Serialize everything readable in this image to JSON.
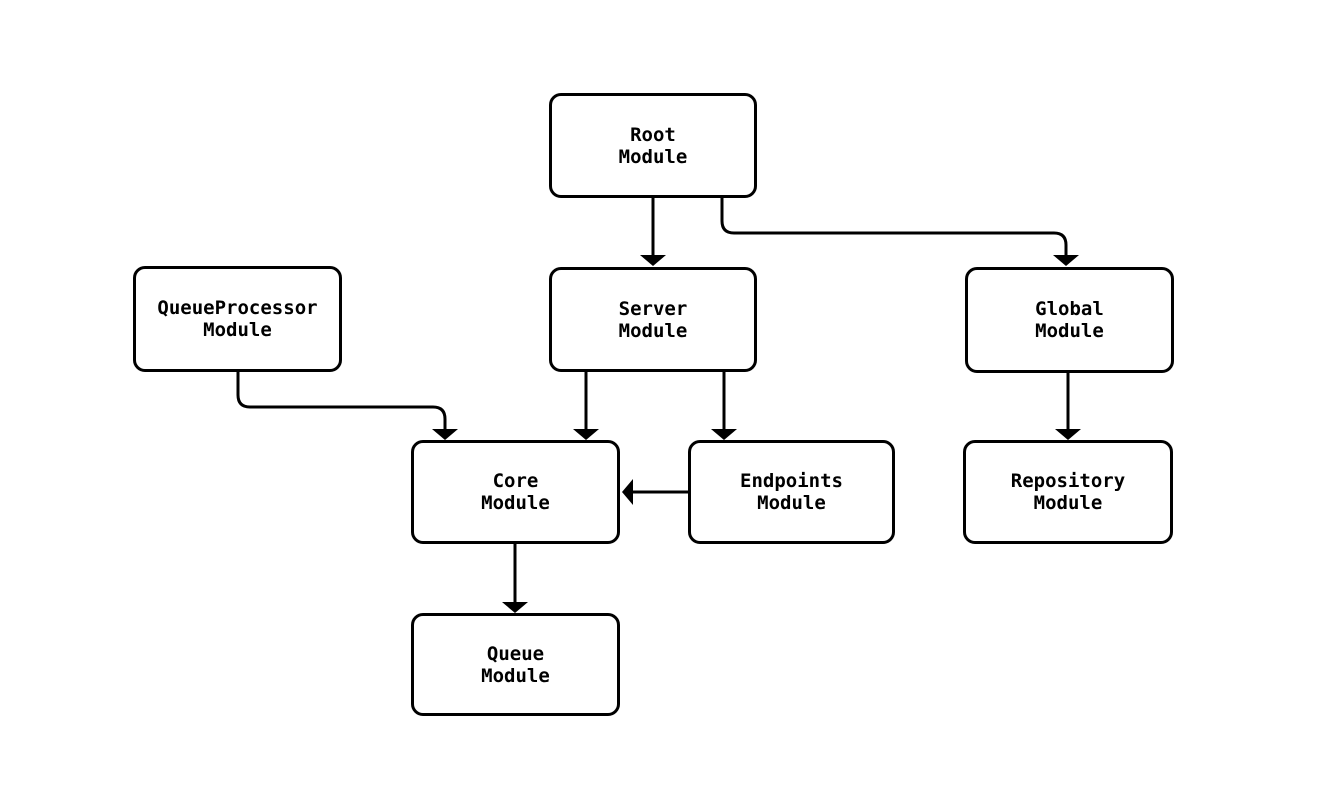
{
  "diagram": {
    "nodes": {
      "root": {
        "line1": "Root",
        "line2": "Module"
      },
      "queue_processor": {
        "line1": "QueueProcessor",
        "line2": "Module"
      },
      "server": {
        "line1": "Server",
        "line2": "Module"
      },
      "global": {
        "line1": "Global",
        "line2": "Module"
      },
      "core": {
        "line1": "Core",
        "line2": "Module"
      },
      "endpoints": {
        "line1": "Endpoints",
        "line2": "Module"
      },
      "repository": {
        "line1": "Repository",
        "line2": "Module"
      },
      "queue": {
        "line1": "Queue",
        "line2": "Module"
      }
    },
    "edges": [
      {
        "from": "Root Module",
        "to": "Server Module"
      },
      {
        "from": "Root Module",
        "to": "Global Module"
      },
      {
        "from": "QueueProcessor Module",
        "to": "Core Module"
      },
      {
        "from": "Server Module",
        "to": "Core Module"
      },
      {
        "from": "Server Module",
        "to": "Endpoints Module"
      },
      {
        "from": "Endpoints Module",
        "to": "Core Module"
      },
      {
        "from": "Global Module",
        "to": "Repository Module"
      },
      {
        "from": "Core Module",
        "to": "Queue Module"
      }
    ],
    "colors": {
      "background": "#ffffff",
      "node_fill": "#ffffff",
      "node_border": "#000000",
      "edge": "#000000",
      "text": "#000000"
    }
  }
}
